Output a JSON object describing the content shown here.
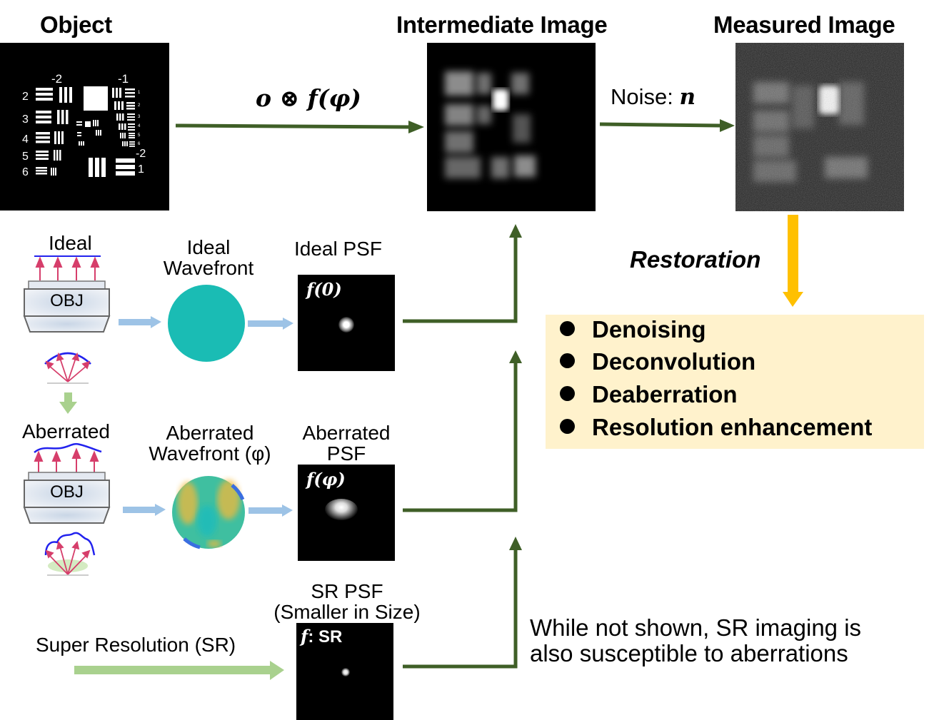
{
  "titles": {
    "object": "Object",
    "intermediate": "Intermediate Image",
    "measured": "Measured Image"
  },
  "equations": {
    "convolution": "o ⊗ f(φ)",
    "noise_prefix": "Noise:",
    "noise_symbol": "n"
  },
  "usaf_target": {
    "group_labels": [
      "-2",
      "-1",
      "-2",
      "1"
    ],
    "element_labels_left": [
      "2",
      "3",
      "4",
      "5",
      "6"
    ],
    "element_labels_right": [
      "1",
      "2",
      "3",
      "4",
      "5",
      "6"
    ]
  },
  "ideal_row": {
    "objective_label": "Ideal",
    "objective_text": "OBJ",
    "wavefront_label_line1": "Ideal",
    "wavefront_label_line2": "Wavefront",
    "psf_label": "Ideal  PSF",
    "psf_symbol": "f(0)",
    "wavefront_color": "#1abcb4"
  },
  "aberrated_row": {
    "objective_label": "Aberrated",
    "objective_text": "OBJ",
    "wavefront_label_line1": "Aberrated",
    "wavefront_label_line2": "Wavefront (φ)",
    "psf_label_line1": "Aberrated",
    "psf_label_line2": "PSF",
    "psf_symbol": "f(φ)"
  },
  "sr_row": {
    "label": "Super Resolution  (SR)",
    "psf_label_line1": "SR PSF",
    "psf_label_line2": "(Smaller  in Size)",
    "psf_symbol_f": "f",
    "psf_symbol_text": ": SR"
  },
  "restoration": {
    "label": "Restoration",
    "items": [
      "Denoising",
      "Deconvolution",
      "Deaberration",
      "Resolution enhancement"
    ],
    "box_color": "#fff2cc",
    "arrow_color": "#ffc000"
  },
  "note": {
    "line1": "While not shown, SR imaging is",
    "line2": "also susceptible to aberrations"
  },
  "colors": {
    "flow_arrow": "#3f5f27",
    "blue_arrow": "#9dc3e6",
    "green_arrow": "#a9d18e",
    "ray": "#d63e6b",
    "wavefront_line": "#2222ee"
  }
}
